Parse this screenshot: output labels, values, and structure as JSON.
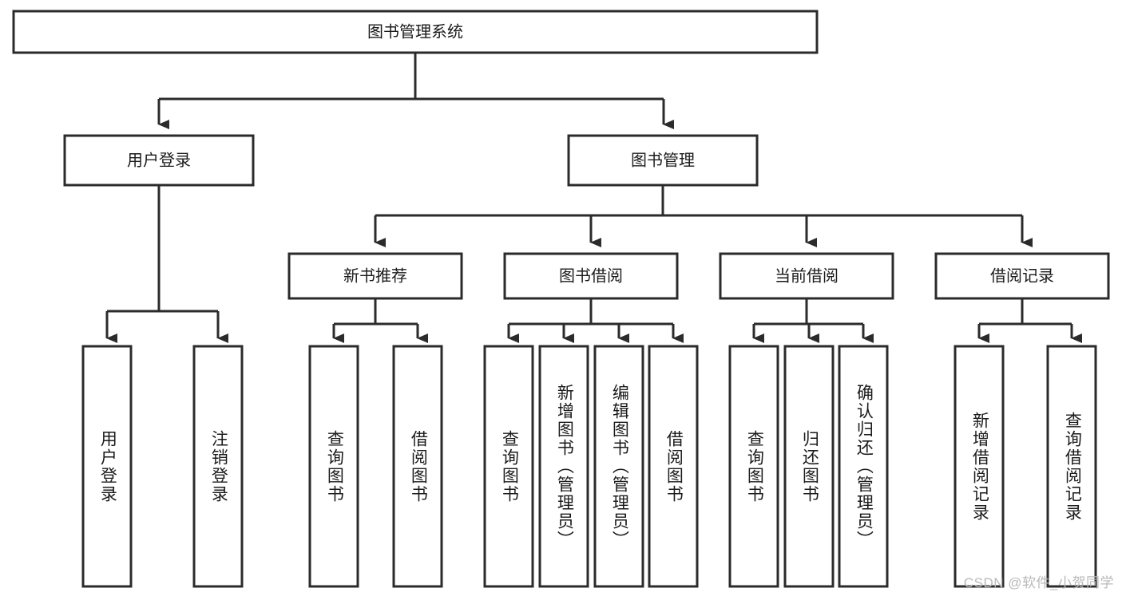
{
  "diagram": {
    "title": "图书管理系统",
    "type": "hierarchy-tree",
    "levels": 4,
    "colors": {
      "background": "#ffffff",
      "box_fill": "#ffffff",
      "box_stroke": "#2b2b2b",
      "text": "#1b1b1b",
      "watermark": "#b9b9b9"
    },
    "root": {
      "label": "图书管理系统"
    },
    "level2": [
      {
        "label": "用户登录"
      },
      {
        "label": "图书管理"
      }
    ],
    "level3": [
      {
        "label": "新书推荐"
      },
      {
        "label": "图书借阅"
      },
      {
        "label": "当前借阅"
      },
      {
        "label": "借阅记录"
      }
    ],
    "leaves": {
      "user_login": [
        {
          "label": "用户登录"
        },
        {
          "label": "注销登录"
        }
      ],
      "new_book_recommend": [
        {
          "label": "查询图书"
        },
        {
          "label": "借阅图书"
        }
      ],
      "book_borrow": [
        {
          "label": "查询图书"
        },
        {
          "label": "新增图书（管理员）"
        },
        {
          "label": "编辑图书（管理员）"
        },
        {
          "label": "借阅图书"
        }
      ],
      "current_borrow": [
        {
          "label": "查询图书"
        },
        {
          "label": "归还图书"
        },
        {
          "label": "确认归还（管理员）"
        }
      ],
      "borrow_record": [
        {
          "label": "新增借阅记录"
        },
        {
          "label": "查询借阅记录"
        }
      ]
    }
  },
  "watermark": {
    "text": "CSDN @软件_小贺同学"
  }
}
